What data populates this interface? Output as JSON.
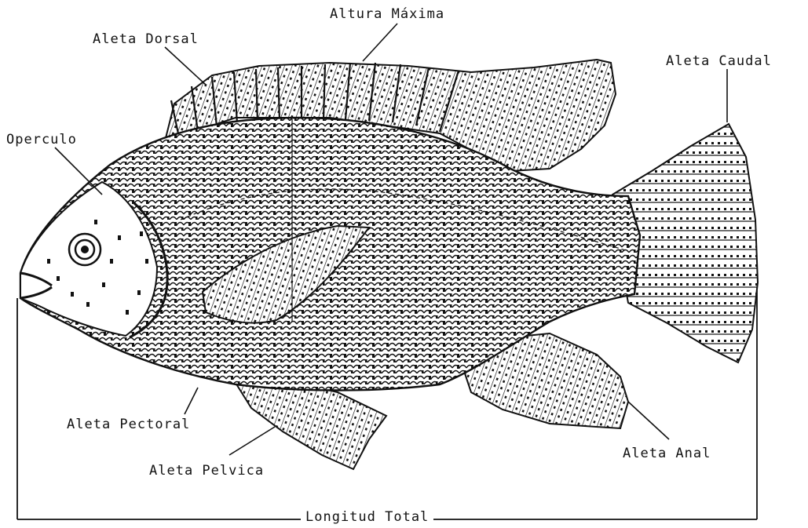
{
  "diagram": {
    "labels": {
      "altura_maxima": "Altura Máxima",
      "aleta_dorsal": "Aleta Dorsal",
      "aleta_caudal": "Aleta Caudal",
      "operculo": "Operculo",
      "aleta_pectoral": "Aleta Pectoral",
      "aleta_pelvica": "Aleta Pelvica",
      "aleta_anal": "Aleta Anal",
      "longitud_total": "Longitud Total"
    },
    "ink_color": "#111111",
    "background_color": "#ffffff"
  }
}
